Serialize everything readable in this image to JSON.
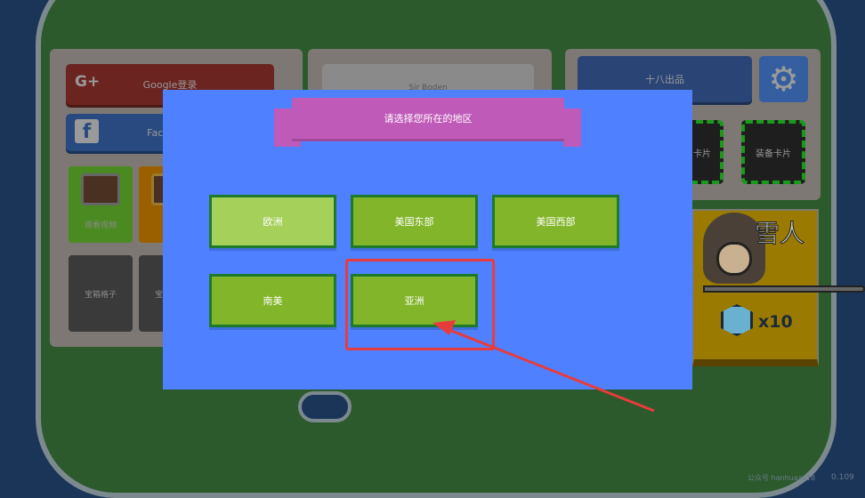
{
  "left_panel": {
    "google_label": "Google登录",
    "facebook_label": "Facebook",
    "tiles": [
      "观看视频",
      "",
      "宝箱格子",
      "宝箱格子"
    ]
  },
  "middle_panel": {
    "name": "Sir Boden"
  },
  "right_panel": {
    "credits_label": "十八出品",
    "card_slot_1": "卡片",
    "card_slot_2": "装备卡片"
  },
  "hero_card": {
    "name": "雪人",
    "count": "x10"
  },
  "modal": {
    "title": "请选择您所在的地区",
    "regions": [
      "欧洲",
      "美国东部",
      "美国西部",
      "南美",
      "亚洲"
    ],
    "selected": "欧洲",
    "highlighted": "亚洲"
  },
  "footer": {
    "watermark": "公众号 hanhuazu18",
    "version": "0.109"
  },
  "colors": {
    "modal_bg": "#4f80ff",
    "ribbon": "#c05ab8",
    "region_button": "#82b52a",
    "region_selected": "#a5d05a",
    "highlight": "#e83c3c"
  }
}
